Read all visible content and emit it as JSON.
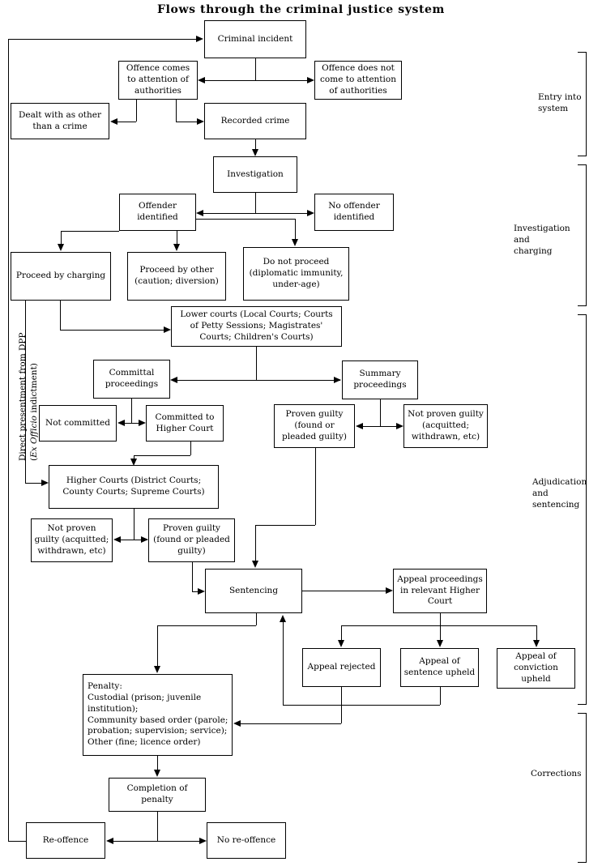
{
  "title": "Flows through the criminal justice system",
  "nodes": {
    "criminal_incident": "Criminal incident",
    "offence_comes": "Offence comes\nto attention of\nauthorities",
    "offence_not_comes": "Offence does not\ncome to attention\nof authorities",
    "dealt_other": "Dealt with as other\nthan a crime",
    "recorded_crime": "Recorded crime",
    "investigation": "Investigation",
    "offender_identified": "Offender\nidentified",
    "no_offender_identified": "No offender\nidentified",
    "proceed_charging": "Proceed by charging",
    "proceed_other": "Proceed by other\n(caution; diversion)",
    "do_not_proceed": "Do not proceed\n(diplomatic immunity,\nunder-age)",
    "lower_courts": "Lower courts (Local Courts; Courts\nof Petty Sessions; Magistrates'\nCourts; Children's Courts)",
    "committal_proceedings": "Committal\nproceedings",
    "summary_proceedings": "Summary\nproceedings",
    "not_committed": "Not committed",
    "committed_higher": "Committed to\nHigher Court",
    "proven_guilty_summary": "Proven guilty\n(found or\npleaded guilty)",
    "not_proven_guilty_summary": "Not proven guilty\n(acquitted;\nwithdrawn, etc)",
    "higher_courts": "Higher Courts (District Courts;\nCounty Courts; Supreme Courts)",
    "not_proven_guilty_higher": "Not proven\nguilty (acquitted;\nwithdrawn, etc)",
    "proven_guilty_higher": "Proven guilty\n(found or pleaded\nguilty)",
    "sentencing": "Sentencing",
    "appeal_proceedings": "Appeal proceedings\nin relevant Higher\nCourt",
    "appeal_rejected": "Appeal rejected",
    "appeal_sentence_upheld": "Appeal of\nsentence upheld",
    "appeal_conviction_upheld": "Appeal of\nconviction\nupheld",
    "penalty": "Penalty:\nCustodial (prison; juvenile\ninstitution);\nCommunity based order (parole;\nprobation; supervision; service);\nOther (fine; licence order)",
    "completion_penalty": "Completion of\npenalty",
    "re_offence": "Re-offence",
    "no_re_offence": "No re-offence"
  },
  "side_labels": {
    "entry": "Entry into\nsystem",
    "investigation": "Investigation and\ncharging",
    "adjudication": "Adjudication\nand\nsentencing",
    "corrections": "Corrections"
  },
  "annotations": {
    "dpp_line1": "Direct presentment from DPP",
    "dpp_italic": "Ex Officio",
    "dpp_line2_prefix": "(",
    "dpp_line2_suffix": " indictment)"
  },
  "colors": {
    "ink": "#000000",
    "paper": "#ffffff"
  }
}
